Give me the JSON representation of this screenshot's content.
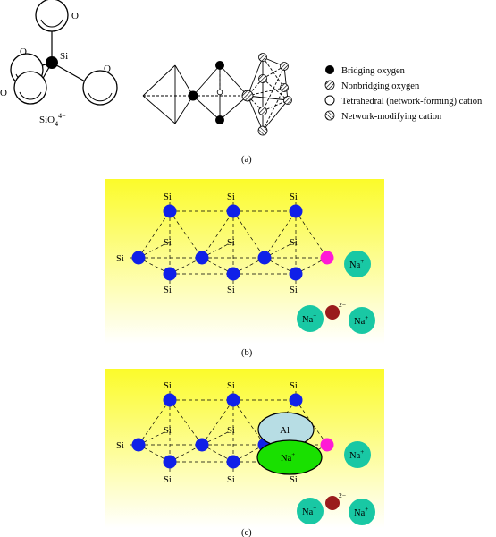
{
  "panel_a": {
    "caption": "(a)",
    "silicon_label": "Si",
    "oxygen_label": "O",
    "formula_base": "SiO",
    "formula_sub": "4",
    "formula_sup": "4−",
    "legend": [
      {
        "symbol": "filled-circle",
        "label": "Bridging oxygen"
      },
      {
        "symbol": "hatched-circle",
        "label": "Nonbridging oxygen"
      },
      {
        "symbol": "open-circle",
        "label": "Tetrahedral (network-forming) cation"
      },
      {
        "symbol": "hatched-circle",
        "label": "Network-modifying cation"
      }
    ]
  },
  "panel_b": {
    "caption": "(b)",
    "si_label": "Si",
    "sodium_base": "Na",
    "sodium_sup": "+",
    "oxide_sup": "2−"
  },
  "panel_c": {
    "caption": "(c)",
    "si_label": "Si",
    "al_label": "Al",
    "sodium_base": "Na",
    "sodium_sup": "+",
    "oxide_sup": "2−"
  },
  "colors": {
    "background_gradient_top": "#fbfb2a",
    "background_gradient_bottom": "#ffffff",
    "bridging_oxygen": "#1020e8",
    "nonbridging_oxygen": "#ff1ad6",
    "sodium_ion": "#19c8a4",
    "oxide_ion": "#9a1c1c",
    "aluminum_ellipse": "#b7dde4",
    "sodium_ellipse": "#19e000"
  }
}
